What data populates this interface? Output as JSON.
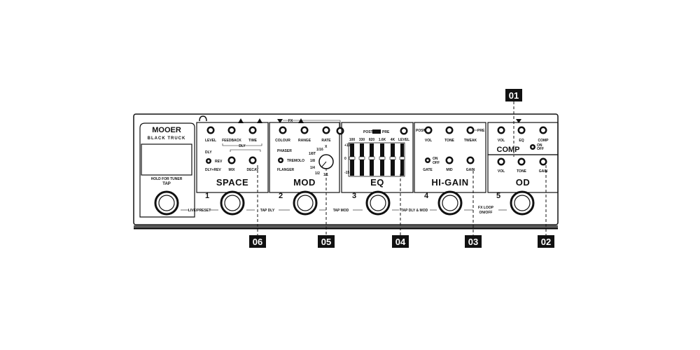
{
  "brand": {
    "logo": "MOOER",
    "model": "BLACK TRUCK"
  },
  "tap": {
    "hold_label": "HOLD FOR TUNER",
    "tap_label": "TAP"
  },
  "space": {
    "knobs": [
      "LEVEL",
      "FEEDBACK",
      "TIME"
    ],
    "dly_label": "DLY",
    "selector": {
      "top": "DLY",
      "mid": "REV",
      "bot": "DLY+REV"
    },
    "knobs2": [
      "MIX",
      "DECAY"
    ],
    "name": "SPACE",
    "number": "1"
  },
  "mod": {
    "fx_label": "FX",
    "knobs": [
      "COLOUR",
      "RANGE",
      "RATE"
    ],
    "selector": {
      "top": "PHASER",
      "mid": "TREMOLO",
      "bot": "FLANGER"
    },
    "subdivisions": [
      "1/16",
      "X",
      "1/8T",
      "1/8",
      "1/4",
      "1/2",
      "1/1"
    ],
    "name": "MOD",
    "number": "2"
  },
  "eq": {
    "post_label": "POST",
    "pre_label": "PRE",
    "bands": [
      "100",
      "330",
      "820",
      "1.6K",
      "4K"
    ],
    "level_label": "LEVEL",
    "db_top": "+15",
    "db_mid": "0",
    "db_bot": "-15",
    "name": "EQ",
    "number": "3"
  },
  "higain": {
    "post_label": "POST",
    "pre_label": "PRE",
    "knobs": [
      "VOL",
      "TONE",
      "TWEAK"
    ],
    "gate_label": "GATE",
    "switch_on": "ON",
    "switch_off": "OFF",
    "knobs2": [
      "MID",
      "GAIN"
    ],
    "name": "HI-GAIN",
    "number": "4"
  },
  "comp": {
    "knobs": [
      "VOL",
      "EQ",
      "COMP"
    ],
    "name": "COMP",
    "switch_on": "ON",
    "switch_off": "OFF"
  },
  "od": {
    "knobs": [
      "VOL",
      "TONE",
      "GAIN"
    ],
    "name": "OD",
    "number": "5"
  },
  "footer": {
    "live_preset": "LIVE/PRESET",
    "tap_dly": "TAP DLY",
    "tap_mod": "TAP MOD",
    "tap_dly_mod": "TAP DLY & MOD",
    "fx_loop_1": "FX LOOP",
    "fx_loop_2": "ON/OFF"
  },
  "callouts": [
    "01",
    "02",
    "03",
    "04",
    "05",
    "06"
  ]
}
